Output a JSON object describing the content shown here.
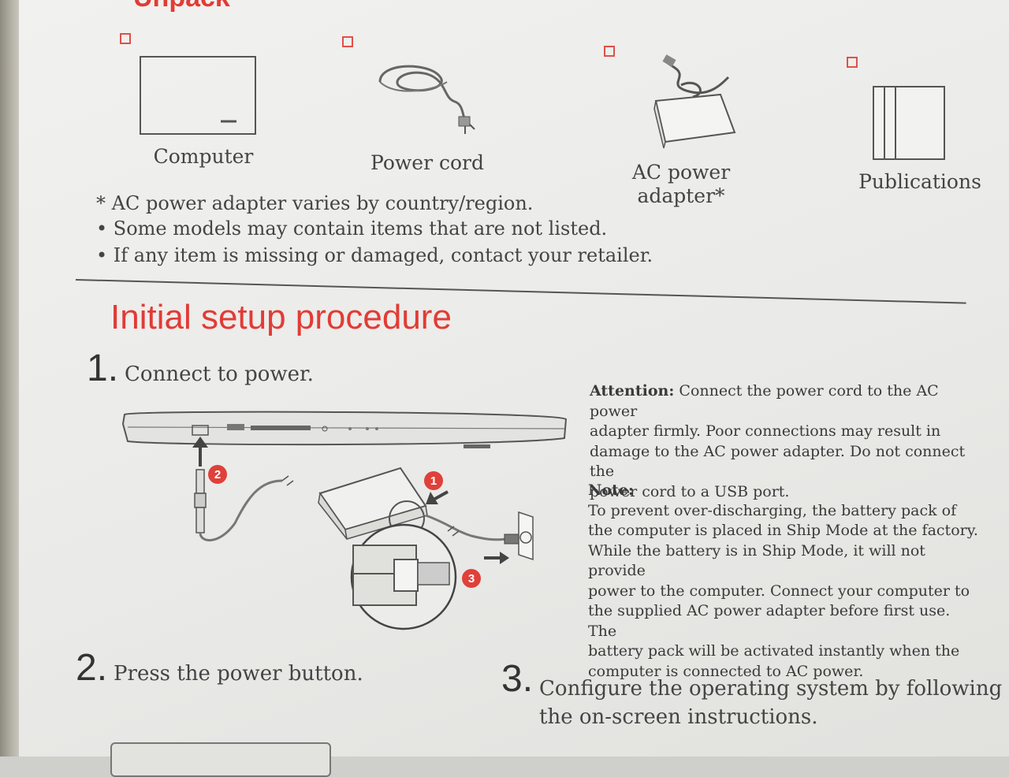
{
  "top": {
    "heading": "Unpack"
  },
  "items": [
    {
      "label": "Computer"
    },
    {
      "label": "Power cord"
    },
    {
      "label_line1": "AC power",
      "label_line2": "adapter*"
    },
    {
      "label": "Publications"
    }
  ],
  "notes": [
    "* AC power adapter varies by country/region.",
    "• Some models may contain items that are not listed.",
    "• If any item is missing or damaged, contact your retailer."
  ],
  "section": {
    "title": "Initial setup procedure"
  },
  "steps": [
    {
      "number": "1.",
      "text": "Connect to power."
    },
    {
      "number": "2.",
      "text": "Press the power button."
    },
    {
      "number": "3.",
      "text_line1": "Configure the operating system by following",
      "text_line2": "the on-screen instructions."
    }
  ],
  "diagram": {
    "badges": [
      "1",
      "2",
      "3"
    ]
  },
  "attention": {
    "label": "Attention:",
    "line1": "Connect the power cord to the AC power",
    "line2": "adapter firmly. Poor connections may result in",
    "line3": "damage to the AC power adapter. Do not connect the",
    "line4": "power cord to a USB port."
  },
  "note": {
    "label": "Note:",
    "lines": [
      "To prevent over-discharging, the battery pack of",
      "the computer is placed in Ship Mode at the factory.",
      "While the battery is in Ship Mode, it will not provide",
      "power to the computer. Connect your computer to",
      "the supplied AC power adapter before first use. The",
      "battery pack will be activated instantly when the",
      "computer is connected to AC power."
    ]
  },
  "colors": {
    "accent": "#e23b35",
    "text": "#3a3a3a",
    "paper": "#eeeeec"
  }
}
